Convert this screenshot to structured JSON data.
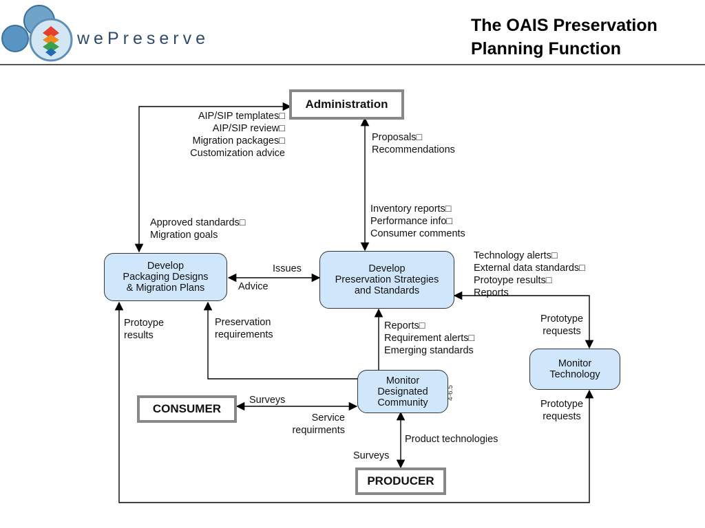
{
  "header": {
    "brand": "wePreserve",
    "title_line1": "The OAIS Preservation",
    "title_line2": "Planning Function"
  },
  "entities": {
    "administration": "Administration",
    "consumer": "CONSUMER",
    "producer": "PRODUCER"
  },
  "processes": {
    "packaging": [
      "Develop",
      "Packaging Designs",
      "& Migration Plans"
    ],
    "strategies": [
      "Develop",
      "Preservation Strategies",
      "and Standards"
    ],
    "community": [
      "Monitor",
      "Designated",
      "Community"
    ],
    "technology": [
      "Monitor",
      "Technology"
    ]
  },
  "labels": {
    "admin_to_packaging": [
      "AIP/SIP templates\u0000",
      "AIP/SIP review\u0000",
      "Migration  packages\u0000",
      "Customization advice"
    ],
    "packaging_to_admin": [
      "Approved standards\u0000",
      "Migration goals"
    ],
    "strategies_to_admin": [
      "Proposals\u0000",
      "Recommendations"
    ],
    "admin_to_strategies": [
      "Inventory reports\u0000",
      "Performance info\u0000",
      "Consumer comments"
    ],
    "issues": "Issues",
    "advice": "Advice",
    "technology_to_strategies": [
      "Technology alerts\u0000",
      "External data standards\u0000",
      "Protoype results\u0000",
      "Reports"
    ],
    "prototype_requests_top": [
      "Prototype",
      "requests"
    ],
    "prototype_requests_bottom": [
      "Prototype",
      "requests"
    ],
    "protoype_results": [
      "Protoype",
      "results"
    ],
    "preservation_requirements": [
      "Preservation",
      "requirements"
    ],
    "community_to_strategies": [
      "Reports\u0000",
      "Requirement alerts\u0000",
      "Emerging standards"
    ],
    "surveys_consumer": "Surveys",
    "service_requirements": [
      "Service",
      "requirments"
    ],
    "product_technologies": "Product  technologies",
    "surveys_producer": "Surveys",
    "figure_ref": "4-6.5"
  }
}
